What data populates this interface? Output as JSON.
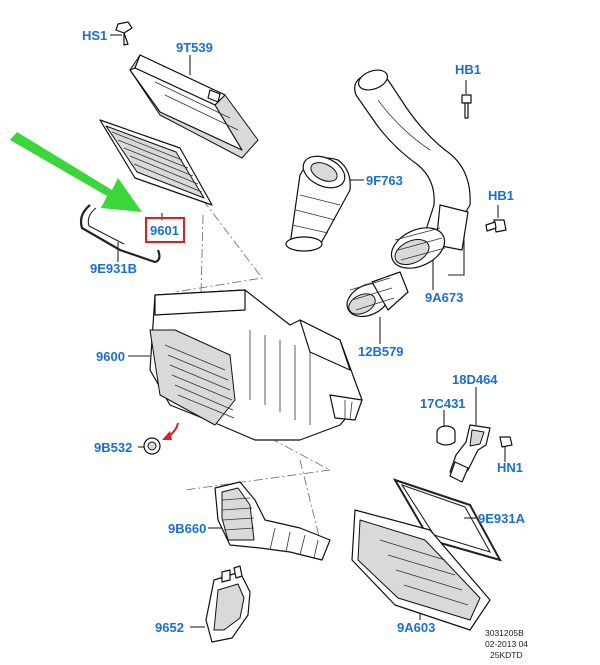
{
  "parts": [
    {
      "id": "hs1",
      "label": "HS1"
    },
    {
      "id": "9t539",
      "label": "9T539"
    },
    {
      "id": "hb1-top",
      "label": "HB1"
    },
    {
      "id": "9f763",
      "label": "9F763"
    },
    {
      "id": "hb1-right",
      "label": "HB1"
    },
    {
      "id": "9601",
      "label": "9601"
    },
    {
      "id": "9e931b",
      "label": "9E931B"
    },
    {
      "id": "9a673",
      "label": "9A673"
    },
    {
      "id": "9600",
      "label": "9600"
    },
    {
      "id": "12b579",
      "label": "12B579"
    },
    {
      "id": "18d464",
      "label": "18D464"
    },
    {
      "id": "17c431",
      "label": "17C431"
    },
    {
      "id": "9b532",
      "label": "9B532"
    },
    {
      "id": "hn1",
      "label": "HN1"
    },
    {
      "id": "9e931a",
      "label": "9E931A"
    },
    {
      "id": "9b660",
      "label": "9B660"
    },
    {
      "id": "9652",
      "label": "9652"
    },
    {
      "id": "9a603",
      "label": "9A603"
    }
  ],
  "stamp": {
    "line1": "3031205B",
    "line2": "02-2013 04",
    "line3": "25KDTD"
  },
  "colors": {
    "label": "#1a6fd6",
    "highlight_box": "#e02020",
    "green_arrow": "#3ad63a",
    "red_arrow": "#e02020"
  }
}
